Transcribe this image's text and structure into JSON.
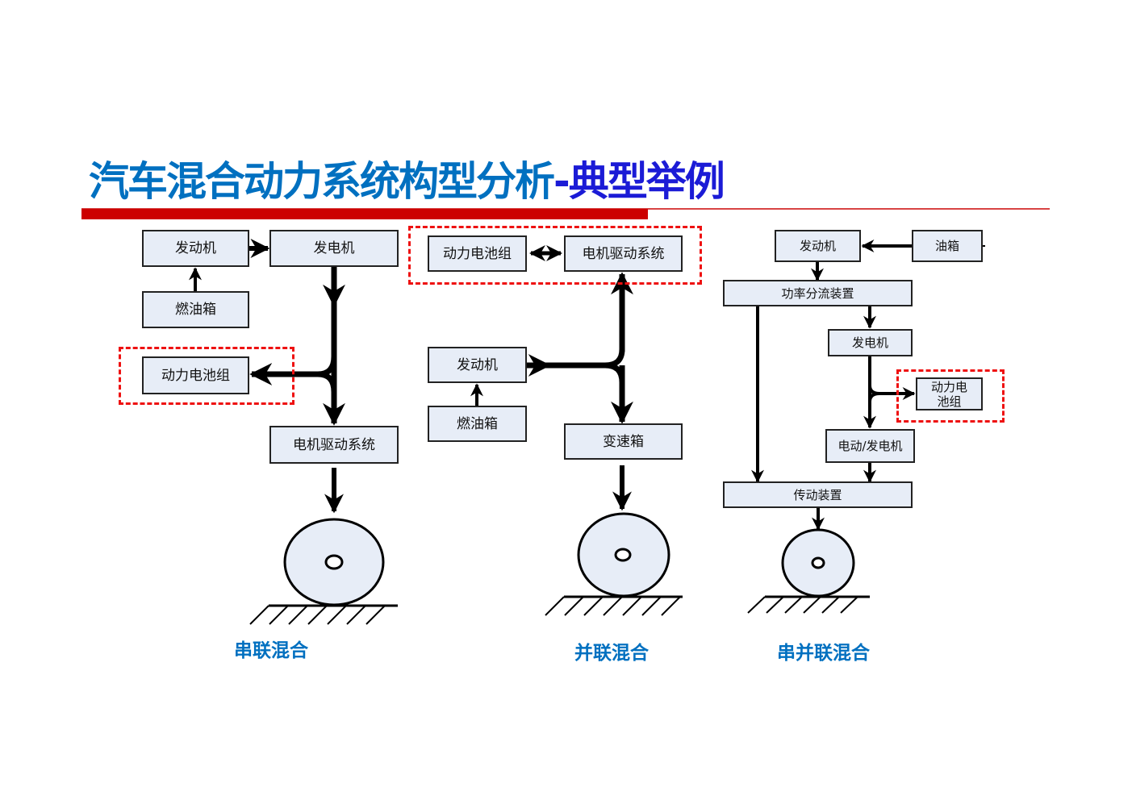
{
  "title": {
    "main": "汽车混合动力系统构型分析",
    "sub": "-典型举例"
  },
  "series_hybrid": {
    "caption": "串联混合",
    "engine": "发动机",
    "generator": "发电机",
    "fuel_tank": "燃油箱",
    "battery": "动力电池组",
    "motor_drive": "电机驱动系统"
  },
  "parallel_hybrid": {
    "caption": "并联混合",
    "battery": "动力电池组",
    "motor_drive": "电机驱动系统",
    "engine": "发动机",
    "fuel_tank": "燃油箱",
    "gearbox": "变速箱"
  },
  "series_parallel_hybrid": {
    "caption": "串并联混合",
    "engine": "发动机",
    "fuel_tank": "油箱",
    "power_split": "功率分流装置",
    "generator": "发电机",
    "battery": "动力电池组",
    "motor_generator": "电动/发电机",
    "transmission": "传动装置"
  }
}
